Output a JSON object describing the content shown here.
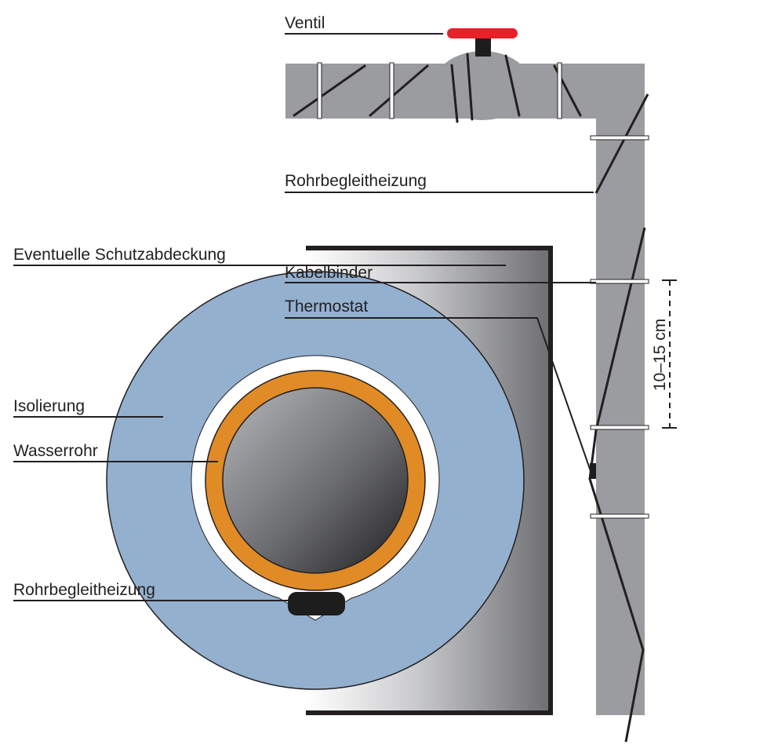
{
  "labels": {
    "valve": "Ventil",
    "trace_heating_top": "Rohrbegleitheizung",
    "protective_cover": "Eventuelle Schutzabdeckung",
    "cable_tie": "Kabelbinder",
    "thermostat": "Thermostat",
    "insulation": "Isolierung",
    "water_pipe": "Wasserrohr",
    "trace_heating_bottom": "Rohrbegleitheizung",
    "spacing": "10–15 cm"
  },
  "colors": {
    "pipe_gray": "#9b9ca0",
    "insulation_blue": "#93b0cf",
    "pipe_orange": "#e08b26",
    "valve_red": "#e8202a",
    "line_dark": "#231f20"
  }
}
